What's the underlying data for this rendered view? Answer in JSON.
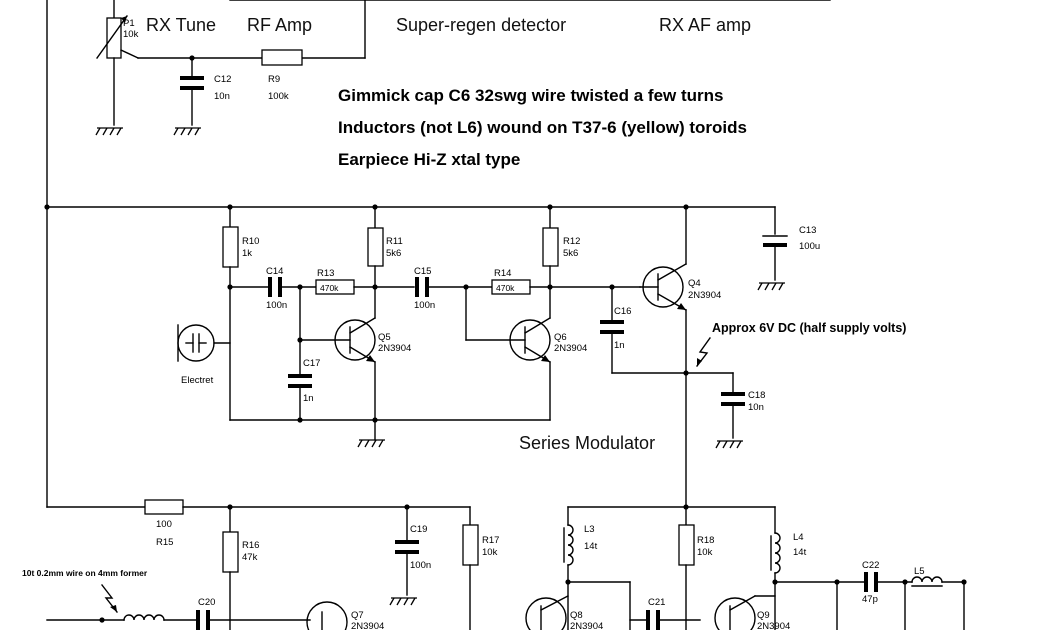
{
  "sections": {
    "rx_tune": "RX Tune",
    "rf_amp": "RF Amp",
    "super_regen": "Super-regen detector",
    "rx_af_amp": "RX AF amp",
    "series_modulator": "Series Modulator"
  },
  "notes": {
    "line1": "Gimmick cap C6 32swg wire twisted a few turns",
    "line2": "Inductors (not L6) wound on T37-6 (yellow) toroids",
    "line3": "Earpiece Hi-Z xtal type",
    "dc_note": "Approx 6V DC (half supply volts)",
    "coil_note": "10t 0.2mm wire on 4mm former"
  },
  "components": {
    "P1": {
      "ref": "P1",
      "value": "10k"
    },
    "C12": {
      "ref": "C12",
      "value": "10n"
    },
    "R9": {
      "ref": "R9",
      "value": "100k"
    },
    "C13": {
      "ref": "C13",
      "value": "100u"
    },
    "R10": {
      "ref": "R10",
      "value": "1k"
    },
    "C14": {
      "ref": "C14",
      "value": "100n"
    },
    "R13": {
      "ref": "R13",
      "value": "470k"
    },
    "R11": {
      "ref": "R11",
      "value": "5k6"
    },
    "C15": {
      "ref": "C15",
      "value": "100n"
    },
    "R14": {
      "ref": "R14",
      "value": "470k"
    },
    "R12": {
      "ref": "R12",
      "value": "5k6"
    },
    "C16": {
      "ref": "C16",
      "value": "1n"
    },
    "Q4": {
      "ref": "Q4",
      "value": "2N3904"
    },
    "Q5": {
      "ref": "Q5",
      "value": "2N3904"
    },
    "Q6": {
      "ref": "Q6",
      "value": "2N3904"
    },
    "C17": {
      "ref": "C17",
      "value": "1n"
    },
    "C18": {
      "ref": "C18",
      "value": "10n"
    },
    "MIC": {
      "ref": "Electret"
    },
    "R15": {
      "ref": "R15",
      "value": "100"
    },
    "R16": {
      "ref": "R16",
      "value": "47k"
    },
    "C19": {
      "ref": "C19",
      "value": "100n"
    },
    "R17": {
      "ref": "R17",
      "value": "10k"
    },
    "L3": {
      "ref": "L3",
      "value": "14t"
    },
    "R18": {
      "ref": "R18",
      "value": "10k"
    },
    "L4": {
      "ref": "L4",
      "value": "14t"
    },
    "C22": {
      "ref": "C22",
      "value": "47p"
    },
    "L5": {
      "ref": "L5"
    },
    "C20": {
      "ref": "C20"
    },
    "C21": {
      "ref": "C21"
    },
    "Q7": {
      "ref": "Q7",
      "value": "2N3904"
    },
    "Q8": {
      "ref": "Q8",
      "value": "2N3904"
    },
    "Q9": {
      "ref": "Q9",
      "value": "2N3904"
    }
  }
}
